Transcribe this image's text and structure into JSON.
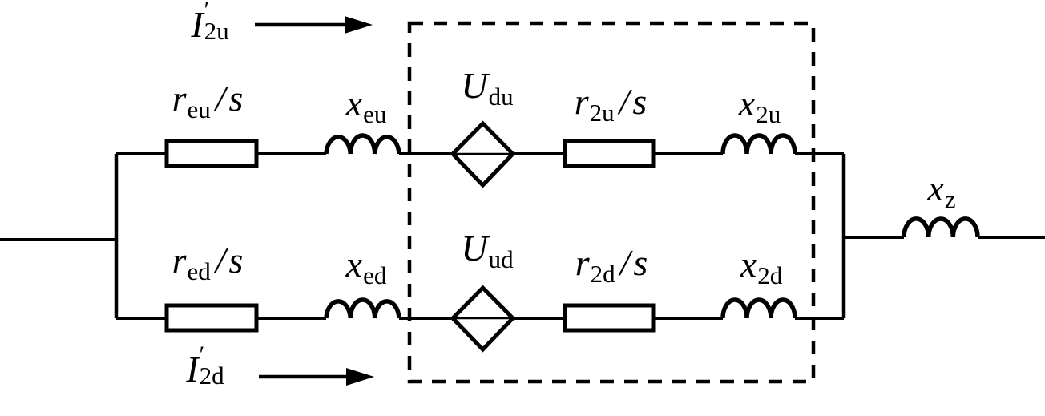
{
  "colors": {
    "stroke": "#000000",
    "background": "#ffffff"
  },
  "labels": {
    "i2u": {
      "base": "I",
      "prime": "′",
      "sub": "2u"
    },
    "i2d": {
      "base": "I",
      "prime": "′",
      "sub": "2d"
    },
    "reu": {
      "base": "r",
      "sub": "eu",
      "slash": "/",
      "denom": "s"
    },
    "xeu": {
      "base": "x",
      "sub": "eu"
    },
    "udu": {
      "base": "U",
      "sub": "du"
    },
    "r2u": {
      "base": "r",
      "sub": "2u",
      "slash": "/",
      "denom": "s"
    },
    "x2u": {
      "base": "x",
      "sub": "2u"
    },
    "xz": {
      "base": "x",
      "sub": "z"
    },
    "red": {
      "base": "r",
      "sub": "ed",
      "slash": "/",
      "denom": "s"
    },
    "xed": {
      "base": "x",
      "sub": "ed"
    },
    "uud": {
      "base": "U",
      "sub": "ud"
    },
    "r2d": {
      "base": "r",
      "sub": "2d",
      "slash": "/",
      "denom": "s"
    },
    "x2d": {
      "base": "x",
      "sub": "2d"
    }
  },
  "components": [
    {
      "label": "I′2u",
      "type": "current-arrow",
      "branch": "top"
    },
    {
      "label": "reu/s",
      "type": "resistor",
      "branch": "top"
    },
    {
      "label": "xeu",
      "type": "inductor",
      "branch": "top"
    },
    {
      "label": "Udu",
      "type": "diamond-source",
      "branch": "top"
    },
    {
      "label": "r2u/s",
      "type": "resistor",
      "branch": "top"
    },
    {
      "label": "x2u",
      "type": "inductor",
      "branch": "top"
    },
    {
      "label": "I′2d",
      "type": "current-arrow",
      "branch": "bottom"
    },
    {
      "label": "red/s",
      "type": "resistor",
      "branch": "bottom"
    },
    {
      "label": "xed",
      "type": "inductor",
      "branch": "bottom"
    },
    {
      "label": "Uud",
      "type": "diamond-source",
      "branch": "bottom"
    },
    {
      "label": "r2d/s",
      "type": "resistor",
      "branch": "bottom"
    },
    {
      "label": "x2d",
      "type": "inductor",
      "branch": "bottom"
    },
    {
      "label": "xz",
      "type": "inductor",
      "branch": "output"
    }
  ]
}
